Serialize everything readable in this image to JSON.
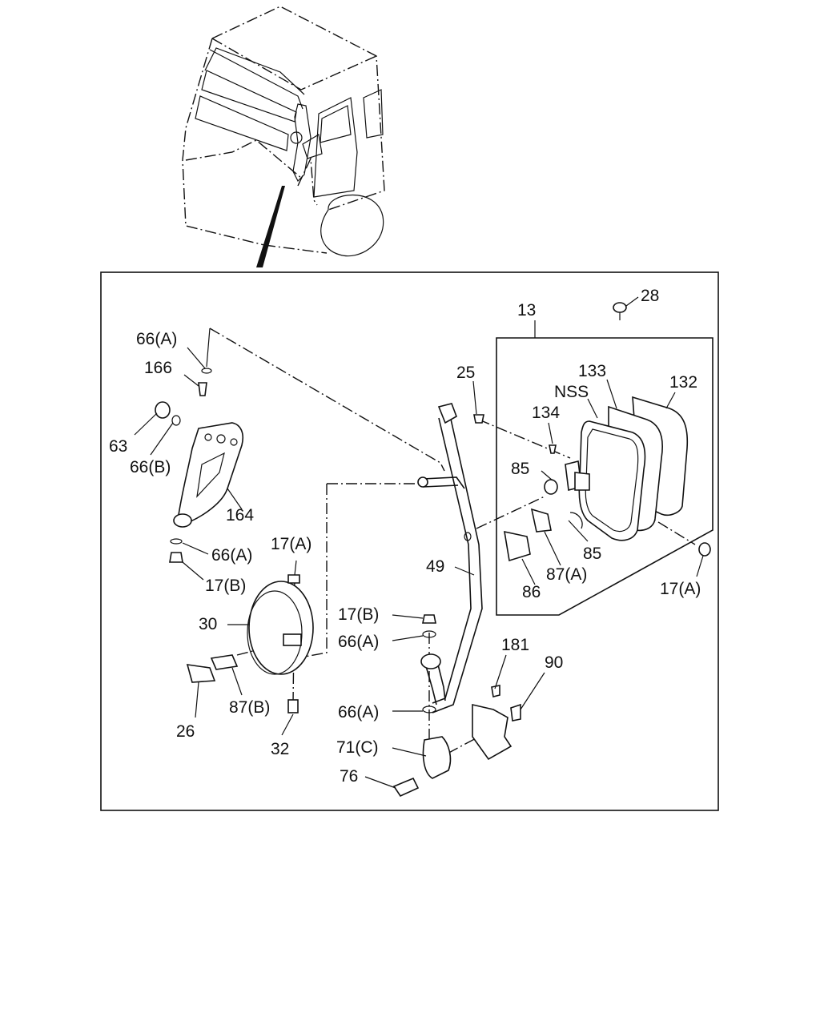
{
  "diagram": {
    "labels": {
      "l28": "28",
      "l13": "13",
      "l66a_top": "66(A)",
      "l166": "166",
      "l25": "25",
      "l133": "133",
      "l132": "132",
      "lnss": "NSS",
      "l134": "134",
      "l63": "63",
      "l66b": "66(B)",
      "l85a": "85",
      "l164": "164",
      "l85b": "85",
      "l66a_mid": "66(A)",
      "l17a_left": "17(A)",
      "l87a": "87(A)",
      "l49": "49",
      "l17b_left": "17(B)",
      "l86": "86",
      "l17a_right": "17(A)",
      "l30": "30",
      "l17b_mid": "17(B)",
      "l66a_low": "66(A)",
      "l181": "181",
      "l90": "90",
      "l87b": "87(B)",
      "l66a_bot": "66(A)",
      "l26": "26",
      "l71c": "71(C)",
      "l32": "32",
      "l76": "76"
    }
  }
}
